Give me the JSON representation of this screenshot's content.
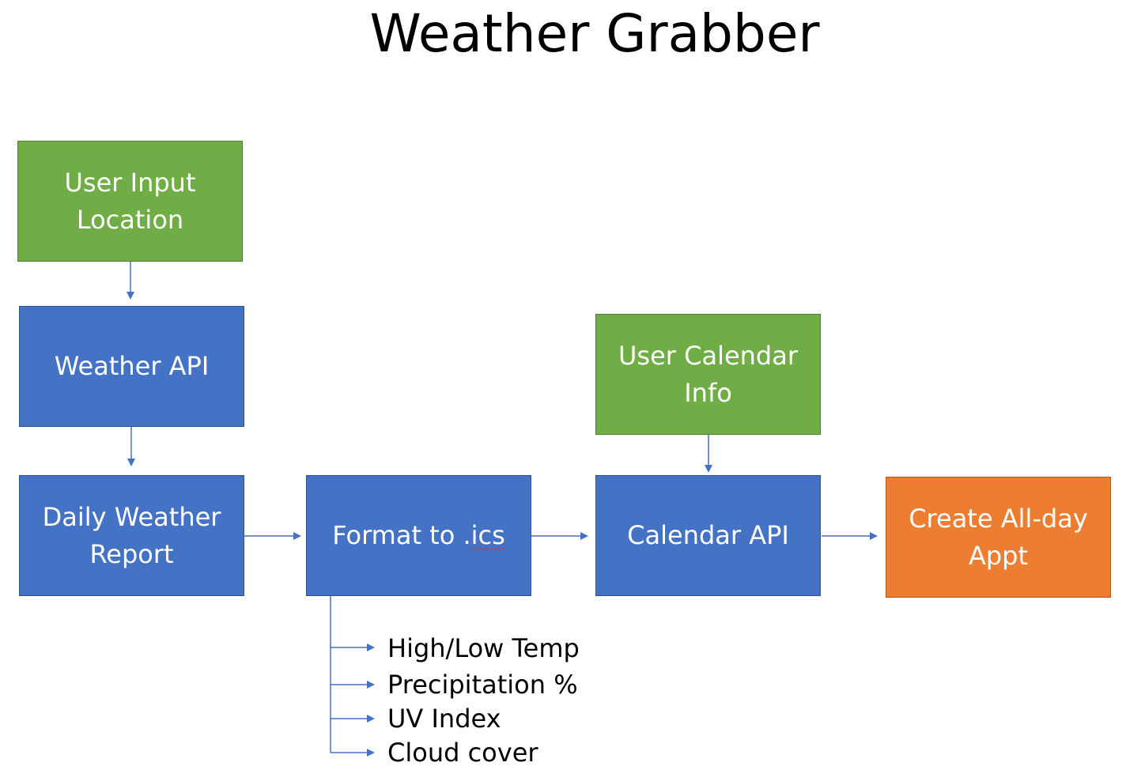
{
  "title": "Weather Grabber",
  "nodes": {
    "user_input": {
      "line1": "User Input",
      "line2": "Location",
      "color": "#70AD47"
    },
    "weather_api": {
      "label": "Weather API",
      "color": "#4472C4"
    },
    "daily_report": {
      "line1": "Daily Weather",
      "line2": "Report",
      "color": "#4472C4"
    },
    "format_ics": {
      "label_prefix": "Format to .",
      "label_flagged": "ics",
      "color": "#4472C4"
    },
    "user_calendar": {
      "line1": "User Calendar",
      "line2": "Info",
      "color": "#70AD47"
    },
    "calendar_api": {
      "label": "Calendar API",
      "color": "#4472C4"
    },
    "create_appt": {
      "line1": "Create All-day",
      "line2": "Appt",
      "color": "#ED7D31"
    }
  },
  "attributes": [
    "High/Low Temp",
    "Precipitation %",
    "UV Index",
    "Cloud cover"
  ],
  "connector_color": "#4472C4"
}
